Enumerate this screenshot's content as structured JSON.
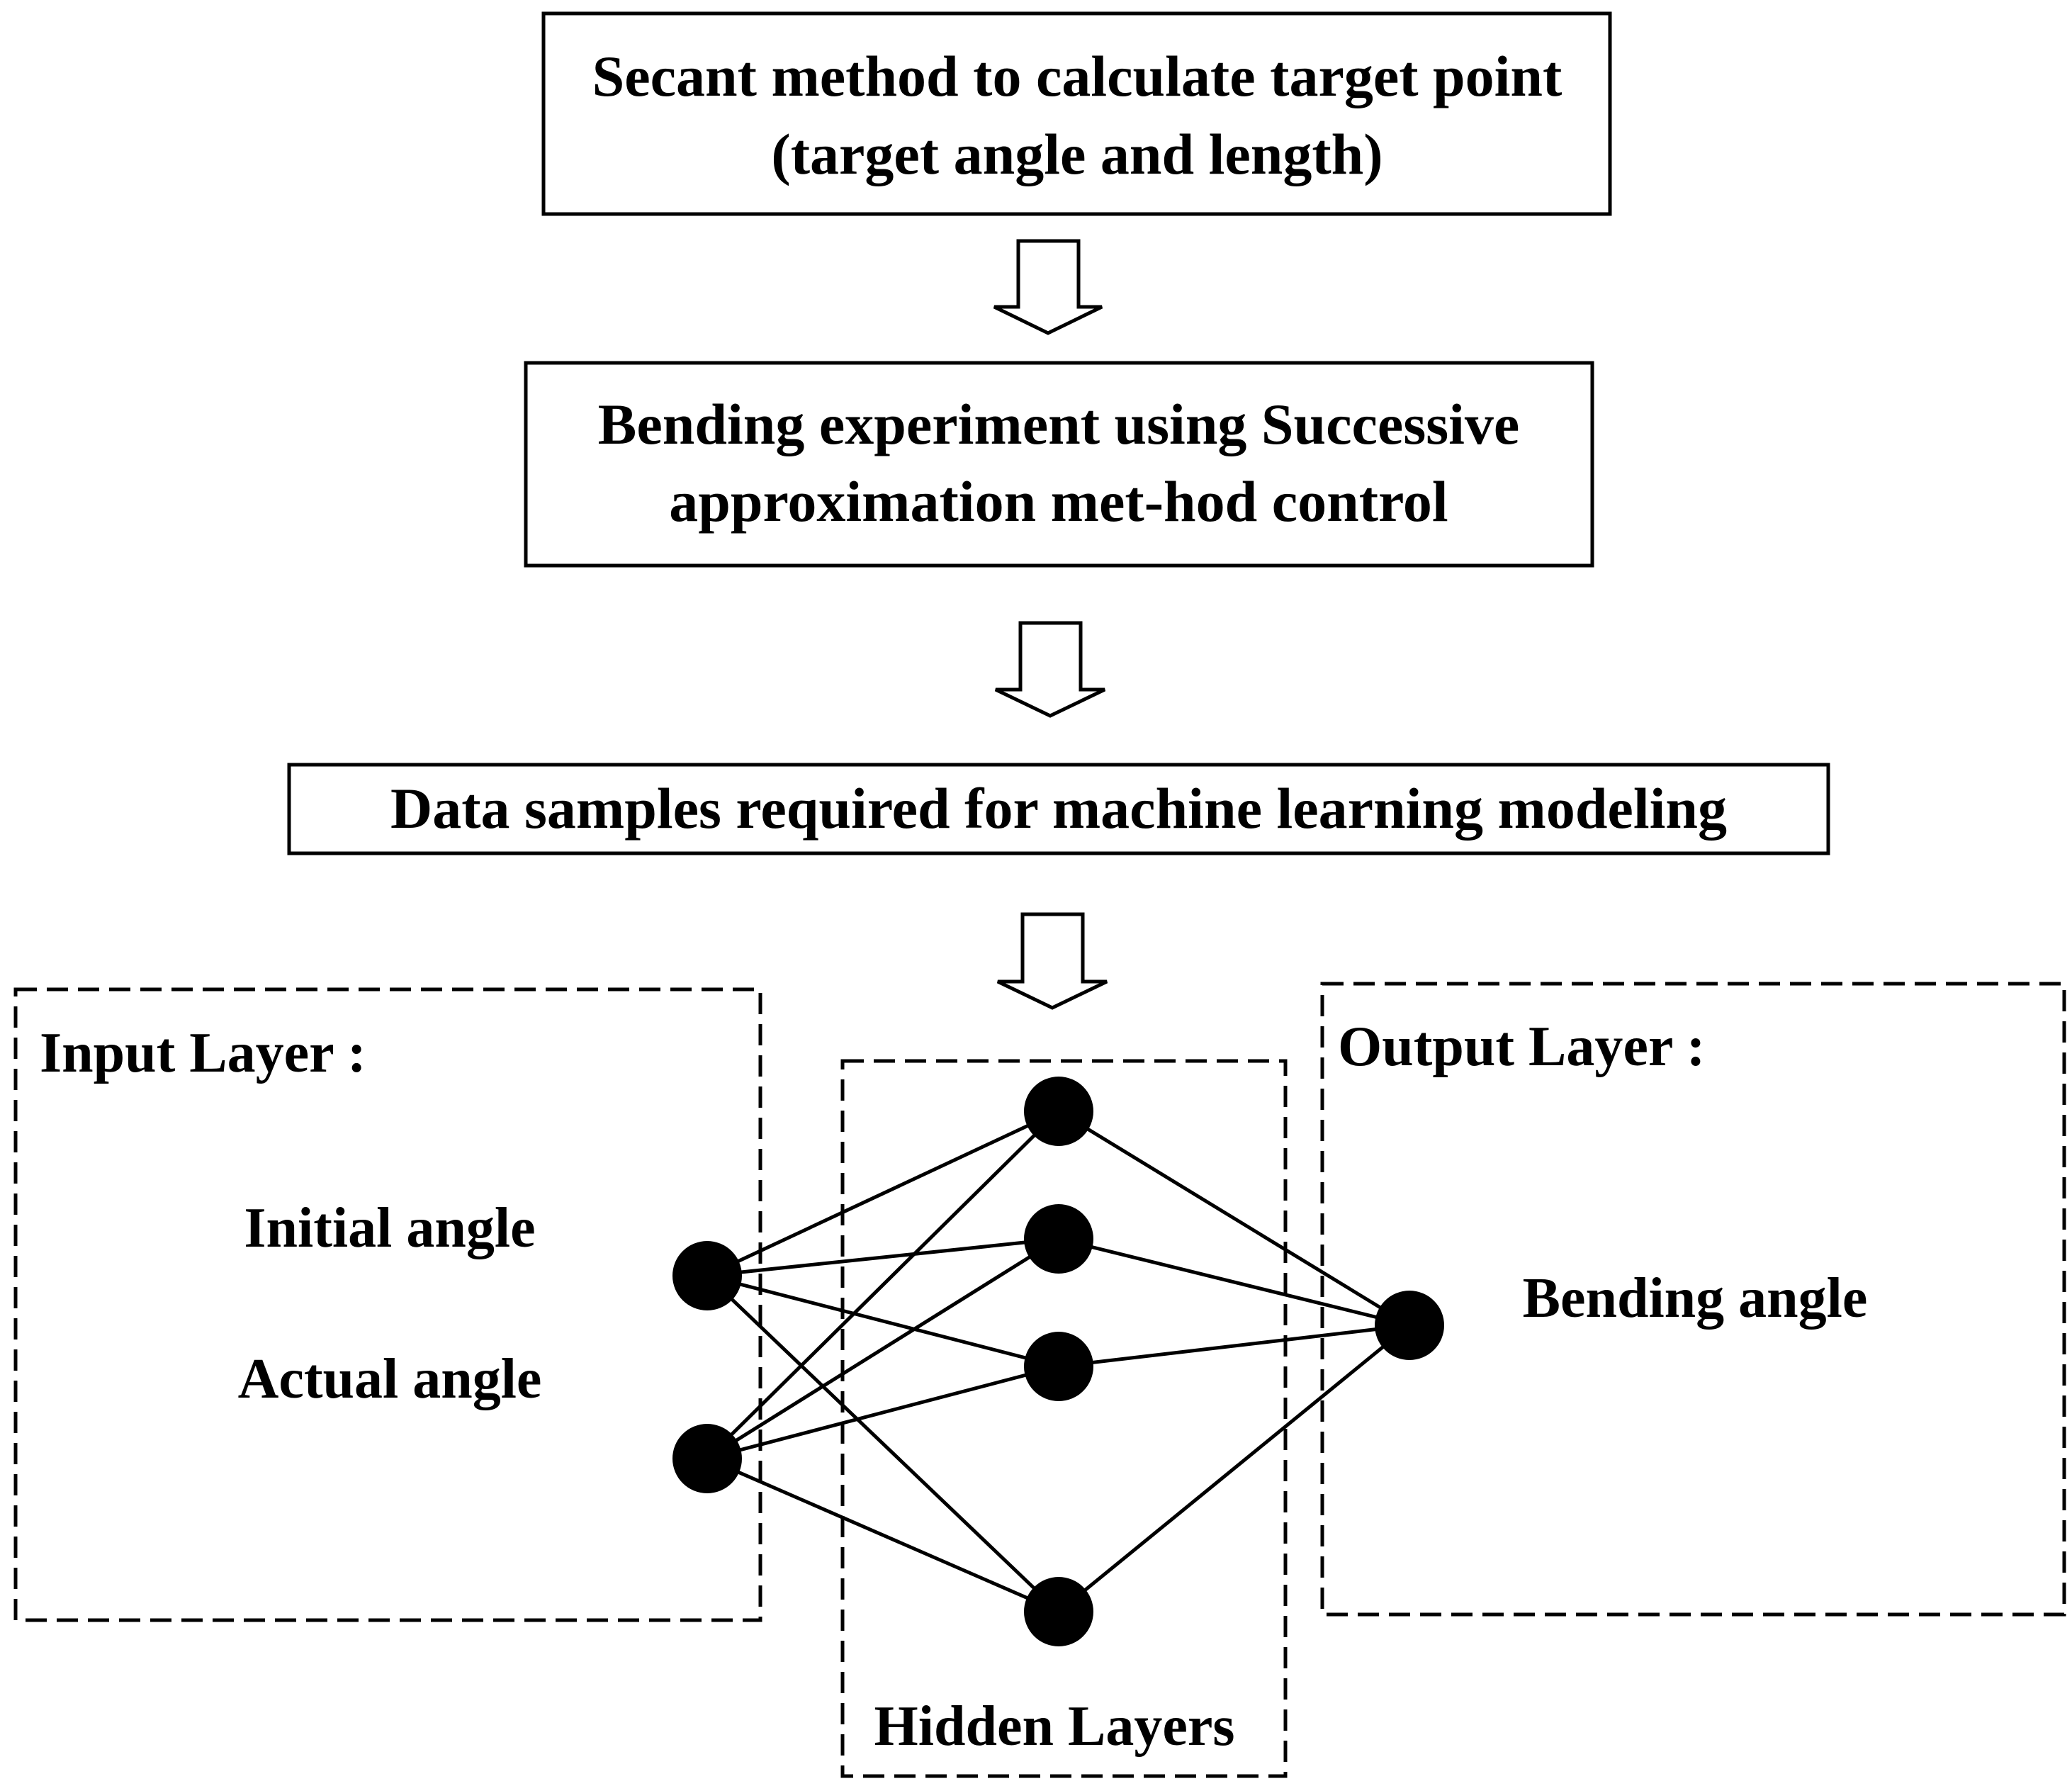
{
  "flowchart": {
    "step1": {
      "line1": "Secant method to calculate target point",
      "line2": "(target angle and length)"
    },
    "step2": {
      "line1": "Bending experiment using Successive",
      "line2": "approximation met-hod control"
    },
    "step3": {
      "line1": "Data samples required for machine learning modeling"
    }
  },
  "network": {
    "input_layer": {
      "title": "Input Layer :",
      "items": [
        "Initial angle",
        "Actual angle"
      ]
    },
    "hidden_layers": {
      "title": "Hidden Layers"
    },
    "output_layer": {
      "title": "Output Layer :",
      "items": [
        "Bending angle"
      ]
    },
    "structure": {
      "input_nodes": 2,
      "hidden_nodes": 4,
      "output_nodes": 1,
      "fully_connected": true
    }
  },
  "colors": {
    "stroke": "#000000",
    "node_fill": "#000000",
    "background": "#ffffff"
  }
}
